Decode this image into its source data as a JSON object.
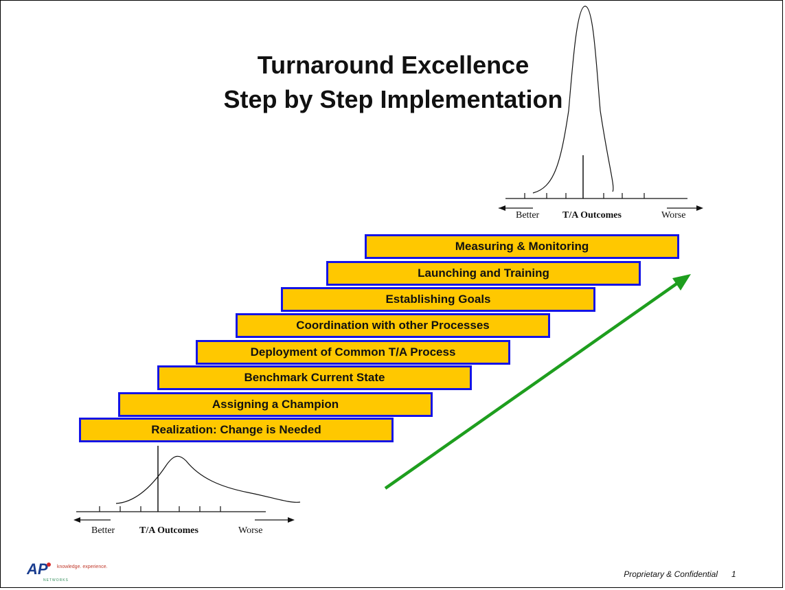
{
  "title": {
    "line1": "Turnaround Excellence",
    "line2": "Step by Step Implementation"
  },
  "steps": [
    "Realization: Change is Needed",
    "Assigning a Champion",
    "Benchmark Current State",
    "Deployment of Common T/A Process",
    "Coordination with other Processes",
    "Establishing Goals",
    "Launching and Training",
    "Measuring & Monitoring"
  ],
  "distribution_top": {
    "better": "Better",
    "axis": "T/A Outcomes",
    "worse": "Worse"
  },
  "distribution_bottom": {
    "better": "Better",
    "axis": "T/A Outcomes",
    "worse": "Worse"
  },
  "footer": {
    "confidential": "Proprietary & Confidential",
    "page": "1"
  },
  "logo": {
    "text": "AP",
    "tagline": "knowledge. experience.",
    "sub": "NETWORKS"
  },
  "colors": {
    "step_fill": "#FFC800",
    "step_border": "#1414E6",
    "arrow": "#1E9E1E"
  }
}
